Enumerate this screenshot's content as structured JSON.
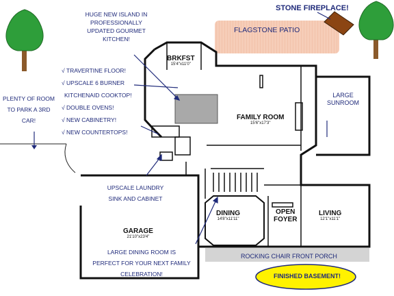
{
  "callouts": {
    "fireplace": "STONE FIREPLACE!",
    "patio": "FLAGSTONE PATIO",
    "island": [
      "HUGE NEW ISLAND IN",
      "PROFESSIONALLY",
      "UPDATED GOURMET",
      "KITCHEN!"
    ],
    "features": [
      "√  TRAVERTINE FLOOR!",
      "√  UPSCALE 6 BURNER",
      "KITCHENAID COOKTOP!",
      "√  DOUBLE OVENS!",
      "√  NEW CABINETRY!",
      "√  NEW COUNTERTOPS!"
    ],
    "parking": [
      "PLENTY OF ROOM",
      "TO PARK A 3RD",
      "CAR!"
    ],
    "laundry": [
      "UPSCALE LAUNDRY",
      "SINK AND CABINET"
    ],
    "dining_note": [
      "LARGE DINING ROOM IS",
      "PERFECT FOR YOUR NEXT FAMILY",
      "CELEBRATION!"
    ],
    "porch": "ROCKING CHAIR FRONT PORCH",
    "basement": "FINISHED BASEMENT!"
  },
  "rooms": {
    "brkfst": {
      "name": "BRKFST",
      "dims": "15'4\"x11'0\""
    },
    "family": {
      "name": "FAMILY ROOM",
      "dims": "15'6\"x17'3\""
    },
    "sunroom": {
      "name": [
        "LARGE",
        "SUNROOM"
      ]
    },
    "dining": {
      "name": "DINING",
      "dims": "14'8\"x11'11\""
    },
    "foyer": {
      "name": [
        "OPEN",
        "FOYER"
      ]
    },
    "living": {
      "name": "LIVING",
      "dims": "12'1\"x11'1\""
    },
    "garage": {
      "name": "GARAGE",
      "dims": "21'10\"x23'4\""
    }
  },
  "colors": {
    "text": "#1f2a7a",
    "patio": "#f6cdb8",
    "island": "#a9a9a9",
    "porch": "#d4d4d4",
    "basement": "#fff200",
    "tree_leaf": "#2e9e3a",
    "tree_trunk": "#8b5a2b",
    "fireplace": "#8b4513"
  }
}
